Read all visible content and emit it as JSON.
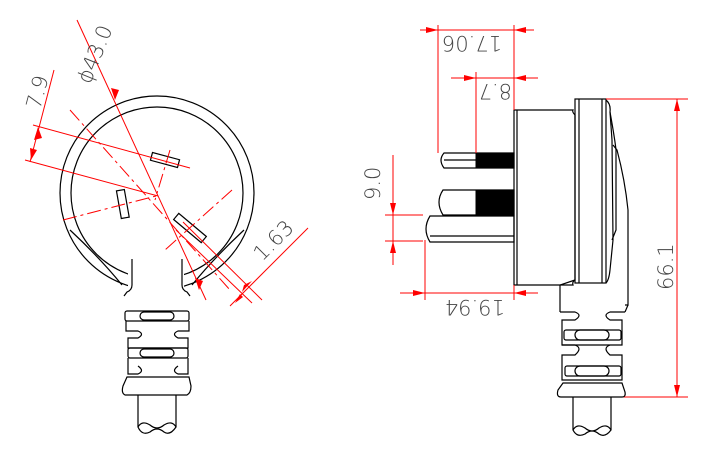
{
  "drawing": {
    "title": "Plug technical drawing",
    "line_color": "#000000",
    "dimension_color": "#ff0000",
    "text_color": "#444444"
  },
  "front_view": {
    "dimensions": {
      "diameter": "ϕ43.0",
      "pin_offset": "7.9",
      "pin_width": "1.63"
    }
  },
  "side_view": {
    "dimensions": {
      "pin_length_long": "17.06",
      "pin_insulation": "8.7",
      "pin_spacing": "9.0",
      "pin_length_earth": "19.94",
      "overall_height": "66.1"
    }
  }
}
